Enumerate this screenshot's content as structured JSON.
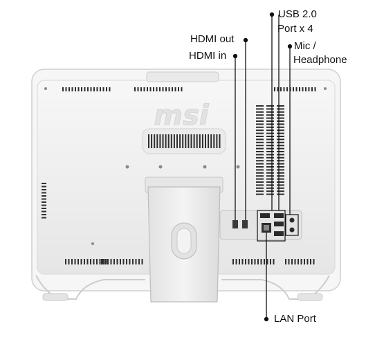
{
  "brand": {
    "logo_text": "msi"
  },
  "callouts": {
    "hdmi_out": "HDMI out",
    "hdmi_in": "HDMI in",
    "usb_line1": "USB 2.0",
    "usb_line2": "Port x 4",
    "mic_line1": "Mic /",
    "mic_line2": "Headphone",
    "lan": "LAN Port"
  },
  "colors": {
    "body": "#eeeeee",
    "body_edge": "#c9c9c9",
    "vent": "#2e2e2e",
    "leader": "#111111"
  }
}
